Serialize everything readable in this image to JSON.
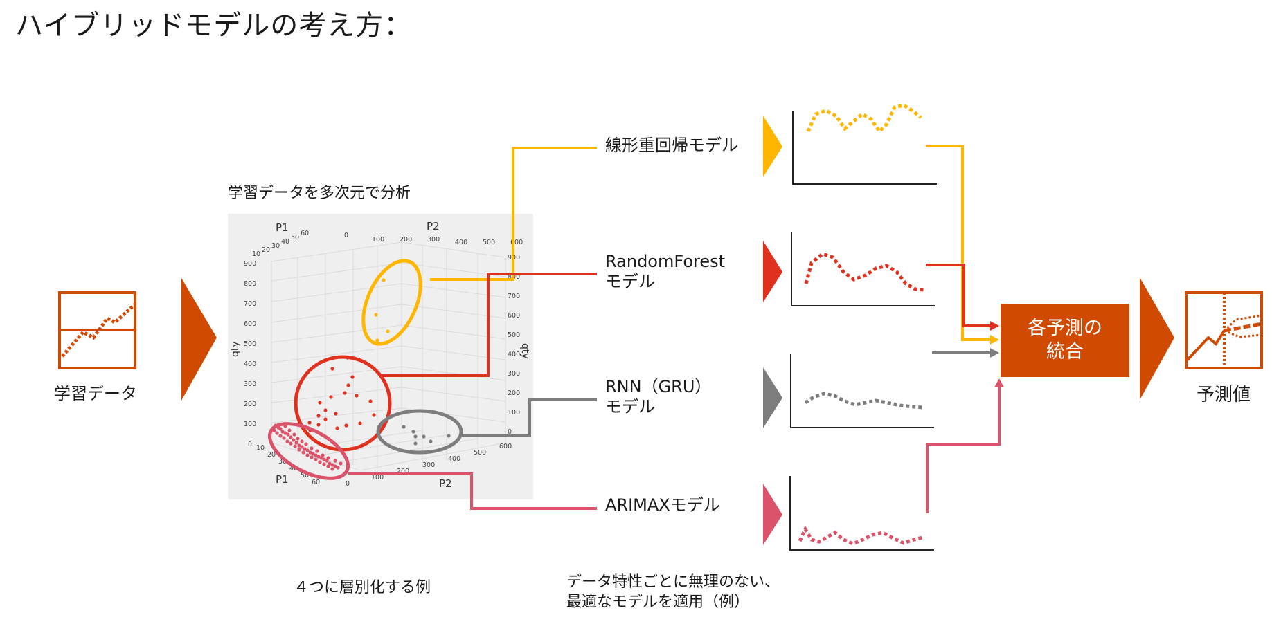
{
  "title": "ハイブリッドモデルの考え方：",
  "input": {
    "label": "学習データ"
  },
  "analysis": {
    "heading": "学習データを多次元で分析",
    "caption": "４つに層別化する例",
    "axes": {
      "p1": "P1",
      "p2": "P2",
      "qty": "qty",
      "p1_ticks": [
        "10",
        "20",
        "30",
        "40",
        "50",
        "60"
      ],
      "p2_ticks": [
        "0",
        "100",
        "200",
        "300",
        "400",
        "500",
        "600"
      ],
      "qty_ticks": [
        "0",
        "100",
        "200",
        "300",
        "400",
        "500",
        "600",
        "700",
        "800",
        "900"
      ]
    }
  },
  "models": [
    {
      "line1": "線形重回帰モデル",
      "line2": "",
      "color": "#FFB600"
    },
    {
      "line1": "RandomForest",
      "line2": "モデル",
      "color": "#E0301E"
    },
    {
      "line1": "RNN（GRU）",
      "line2": "モデル",
      "color": "#7D7D7D"
    },
    {
      "line1": "ARIMAXモデル",
      "line2": "",
      "color": "#DB536A"
    }
  ],
  "models_caption": {
    "line1": "データ特性ごとに無理のない、",
    "line2": "最適なモデルを適用（例）"
  },
  "integration": {
    "line1": "各予測の",
    "line2": "統合"
  },
  "output": {
    "label": "予測値"
  },
  "colors": {
    "accent": "#D04A02",
    "yellow": "#FFB600",
    "red": "#E0301E",
    "gray": "#7D7D7D",
    "pink": "#DB536A"
  }
}
